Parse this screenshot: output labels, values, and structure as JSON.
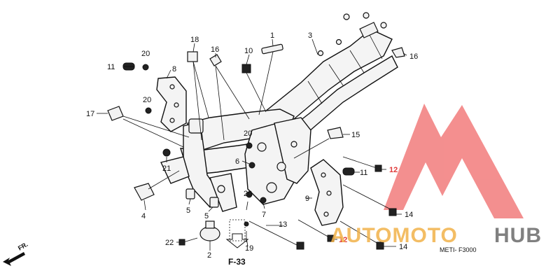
{
  "diagram": {
    "code": "METI- F3000",
    "reference": "F-33",
    "direction_label": "FR."
  },
  "watermark": {
    "brand_part1": "AUTOMOTO",
    "brand_part2": "HUB",
    "colors": {
      "logo": "#e64a4a",
      "part1": "#f2b24a",
      "part2": "#6b6b6b"
    }
  },
  "callouts": {
    "c1": "1",
    "c2": "2",
    "c3": "3",
    "c4": "4",
    "c5a": "5",
    "c5b": "5",
    "c6": "6",
    "c7": "7",
    "c8": "8",
    "c9": "9",
    "c10": "10",
    "c11a": "11",
    "c11b": "11",
    "c12a": "12",
    "c12b": "12",
    "c13": "13",
    "c14a": "14",
    "c14b": "14",
    "c15": "15",
    "c16a": "16",
    "c16b": "16",
    "c17": "17",
    "c18": "18",
    "c19": "19",
    "c20a": "20",
    "c20b": "20",
    "c20c": "20",
    "c20d": "20",
    "c21": "21",
    "c22": "22"
  }
}
